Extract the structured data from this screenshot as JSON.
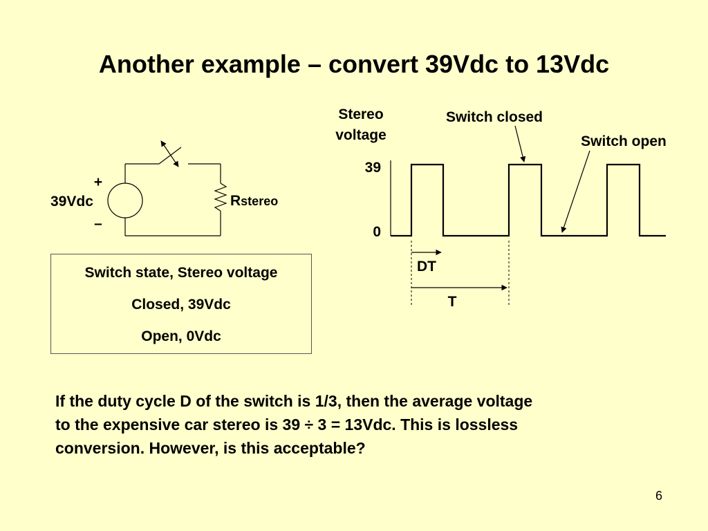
{
  "slide": {
    "title": "Another example – convert 39Vdc to 13Vdc",
    "page_number": "6"
  },
  "circuit": {
    "plus": "+",
    "minus": "–",
    "source_label": "39Vdc",
    "resistor_main": "R",
    "resistor_sub": "stereo"
  },
  "waveform": {
    "ylabel_line1": "Stereo",
    "ylabel_line2": "voltage",
    "y_high": "39",
    "y_low": "0",
    "annotation_closed": "Switch closed",
    "annotation_open": "Switch open",
    "dt_label": "DT",
    "t_label": "T"
  },
  "table": {
    "header": "Switch state, Stereo voltage",
    "rows": [
      "Closed, 39Vdc",
      "Open, 0Vdc"
    ]
  },
  "paragraph": {
    "line1": "If the duty cycle D of the switch is 1/3, then the average voltage",
    "line2": "to the expensive car stereo is 39 ÷ 3 = 13Vdc.  This is lossless",
    "line3": "conversion.  However, is this acceptable?"
  },
  "colors": {
    "background": "#ffffcc",
    "ink": "#000000"
  }
}
